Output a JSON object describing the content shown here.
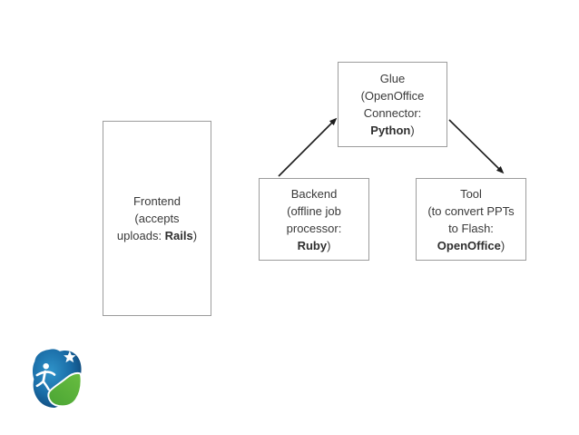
{
  "slide": {
    "background": "#ffffff",
    "type": "architecture-diagram"
  },
  "nodes": {
    "frontend": {
      "line1": "Frontend",
      "line2": "(accepts",
      "line3_pre": "uploads: ",
      "line3_bold": "Rails",
      "line3_post": ")"
    },
    "glue": {
      "line1": "Glue",
      "line2": "(OpenOffice",
      "line3": "Connector:",
      "line4_bold": "Python",
      "line4_post": ")"
    },
    "backend": {
      "line1": "Backend",
      "line2": "(offline job",
      "line3": "processor:",
      "line4_bold": "Ruby",
      "line4_post": ")"
    },
    "tool": {
      "line1": "Tool",
      "line2": "(to convert PPTs",
      "line3": "to Flash:",
      "line4_bold": "OpenOffice",
      "line4_post": ")"
    }
  },
  "arrows": [
    {
      "from": "backend",
      "to": "glue"
    },
    {
      "from": "glue",
      "to": "tool"
    }
  ],
  "colors": {
    "box_border": "#9c9c9c",
    "text": "#3a3a3a",
    "arrow": "#1c1c1c",
    "logo_blue_light": "#2f93c9",
    "logo_blue_mid": "#1a6ca6",
    "logo_blue_dark": "#0d3f6e",
    "logo_green_light": "#66bb3f",
    "logo_green_dark": "#4aa434",
    "logo_star": "#ffffff"
  },
  "logo": {
    "name": "company-logo",
    "elements": [
      "blue-blob",
      "green-blob",
      "star-icon",
      "person-icon"
    ]
  }
}
